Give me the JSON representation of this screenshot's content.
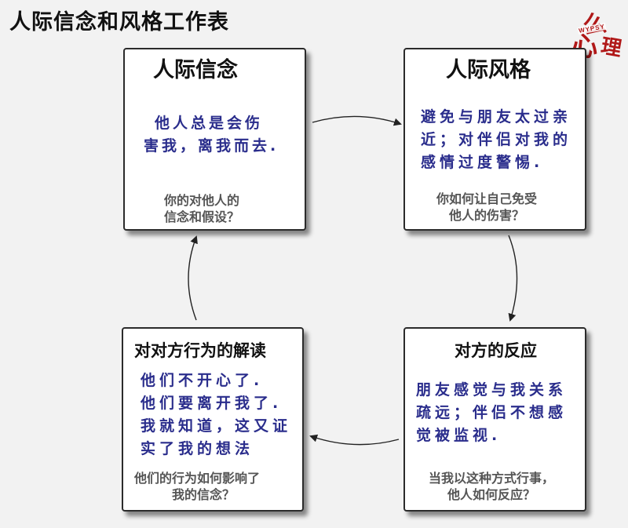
{
  "page": {
    "title": "人际信念和风格工作表"
  },
  "logo": {
    "chars": [
      "心",
      "理",
      "么"
    ],
    "latin": "WYPSY"
  },
  "boxes": {
    "top_left": {
      "title": "人际信念",
      "content": [
        "他人总是会伤",
        "害我，离我而去."
      ],
      "question": [
        "你的对他人的",
        "信念和假设？"
      ]
    },
    "top_right": {
      "title": "人际风格",
      "content": [
        "避免与朋友太过亲",
        "近；对伴侣对我的",
        "感情过度警惕."
      ],
      "question": [
        "你如何让自己免受",
        "他人的伤害？"
      ]
    },
    "bottom_right": {
      "title": "对方的反应",
      "content": [
        "朋友感觉与我关系",
        "疏远；伴侣不想感",
        "觉被监视."
      ],
      "question": [
        "当我以这种方式行事，",
        "他人如何反应？"
      ]
    },
    "bottom_left": {
      "title": "对对方行为的解读",
      "content": [
        "他们不开心了.",
        "他们要离开我了.",
        "我就知道，这又证",
        "实了我的想法"
      ],
      "question": [
        "他们的行为如何影响了",
        "我的信念？"
      ]
    }
  },
  "colors": {
    "handwriting": "#2a2d8c",
    "question": "#555555",
    "logo": "#b01818",
    "arrow": "#222222"
  }
}
